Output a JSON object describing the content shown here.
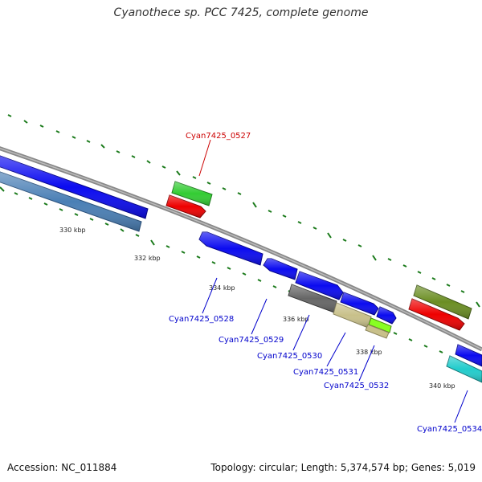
{
  "title": "Cyanothece sp. PCC 7425, complete genome",
  "footer": {
    "accession": "Accession: NC_011884",
    "summary": "Topology: circular; Length: 5,374,574 bp; Genes: 5,019"
  },
  "scale_labels": [
    "330 kbp",
    "332 kbp",
    "334 kbp",
    "336 kbp",
    "338 kbp",
    "340 kbp"
  ],
  "gene_labels": [
    {
      "text": "Cyan7425_0527",
      "color": "#cc0000"
    },
    {
      "text": "Cyan7425_0528",
      "color": "#0000cc"
    },
    {
      "text": "Cyan7425_0529",
      "color": "#0000cc"
    },
    {
      "text": "Cyan7425_0530",
      "color": "#0000cc"
    },
    {
      "text": "Cyan7425_0531",
      "color": "#0000cc"
    },
    {
      "text": "Cyan7425_0532",
      "color": "#0000cc"
    },
    {
      "text": "Cyan7425_0534",
      "color": "#0000cc"
    }
  ]
}
